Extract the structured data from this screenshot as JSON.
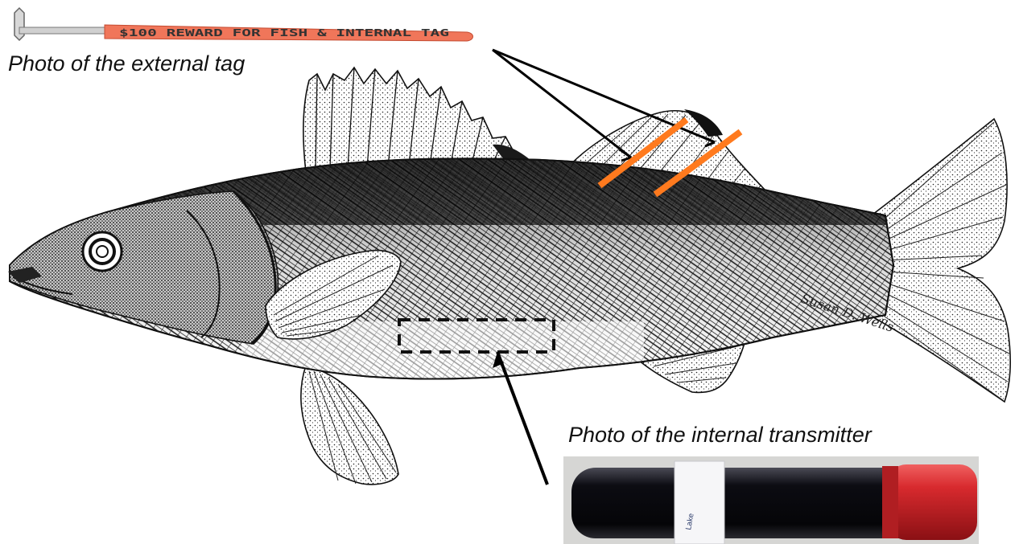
{
  "labels": {
    "external_tag_caption": "Photo of the external tag",
    "internal_transmitter_caption": "Photo of the internal transmitter"
  },
  "external_tag": {
    "printed_text": "$100 REWARD FOR FISH & INTERNAL TAG",
    "color": "#f0765a"
  },
  "transmitter": {
    "label_text": "Lake",
    "body_color": "#0c0c12",
    "cap_color": "#d82a2e"
  },
  "markers": {
    "tag_marker_color": "#ff7a1e",
    "dashed_box_color": "#111111"
  },
  "signature": "Susan D. Wells"
}
